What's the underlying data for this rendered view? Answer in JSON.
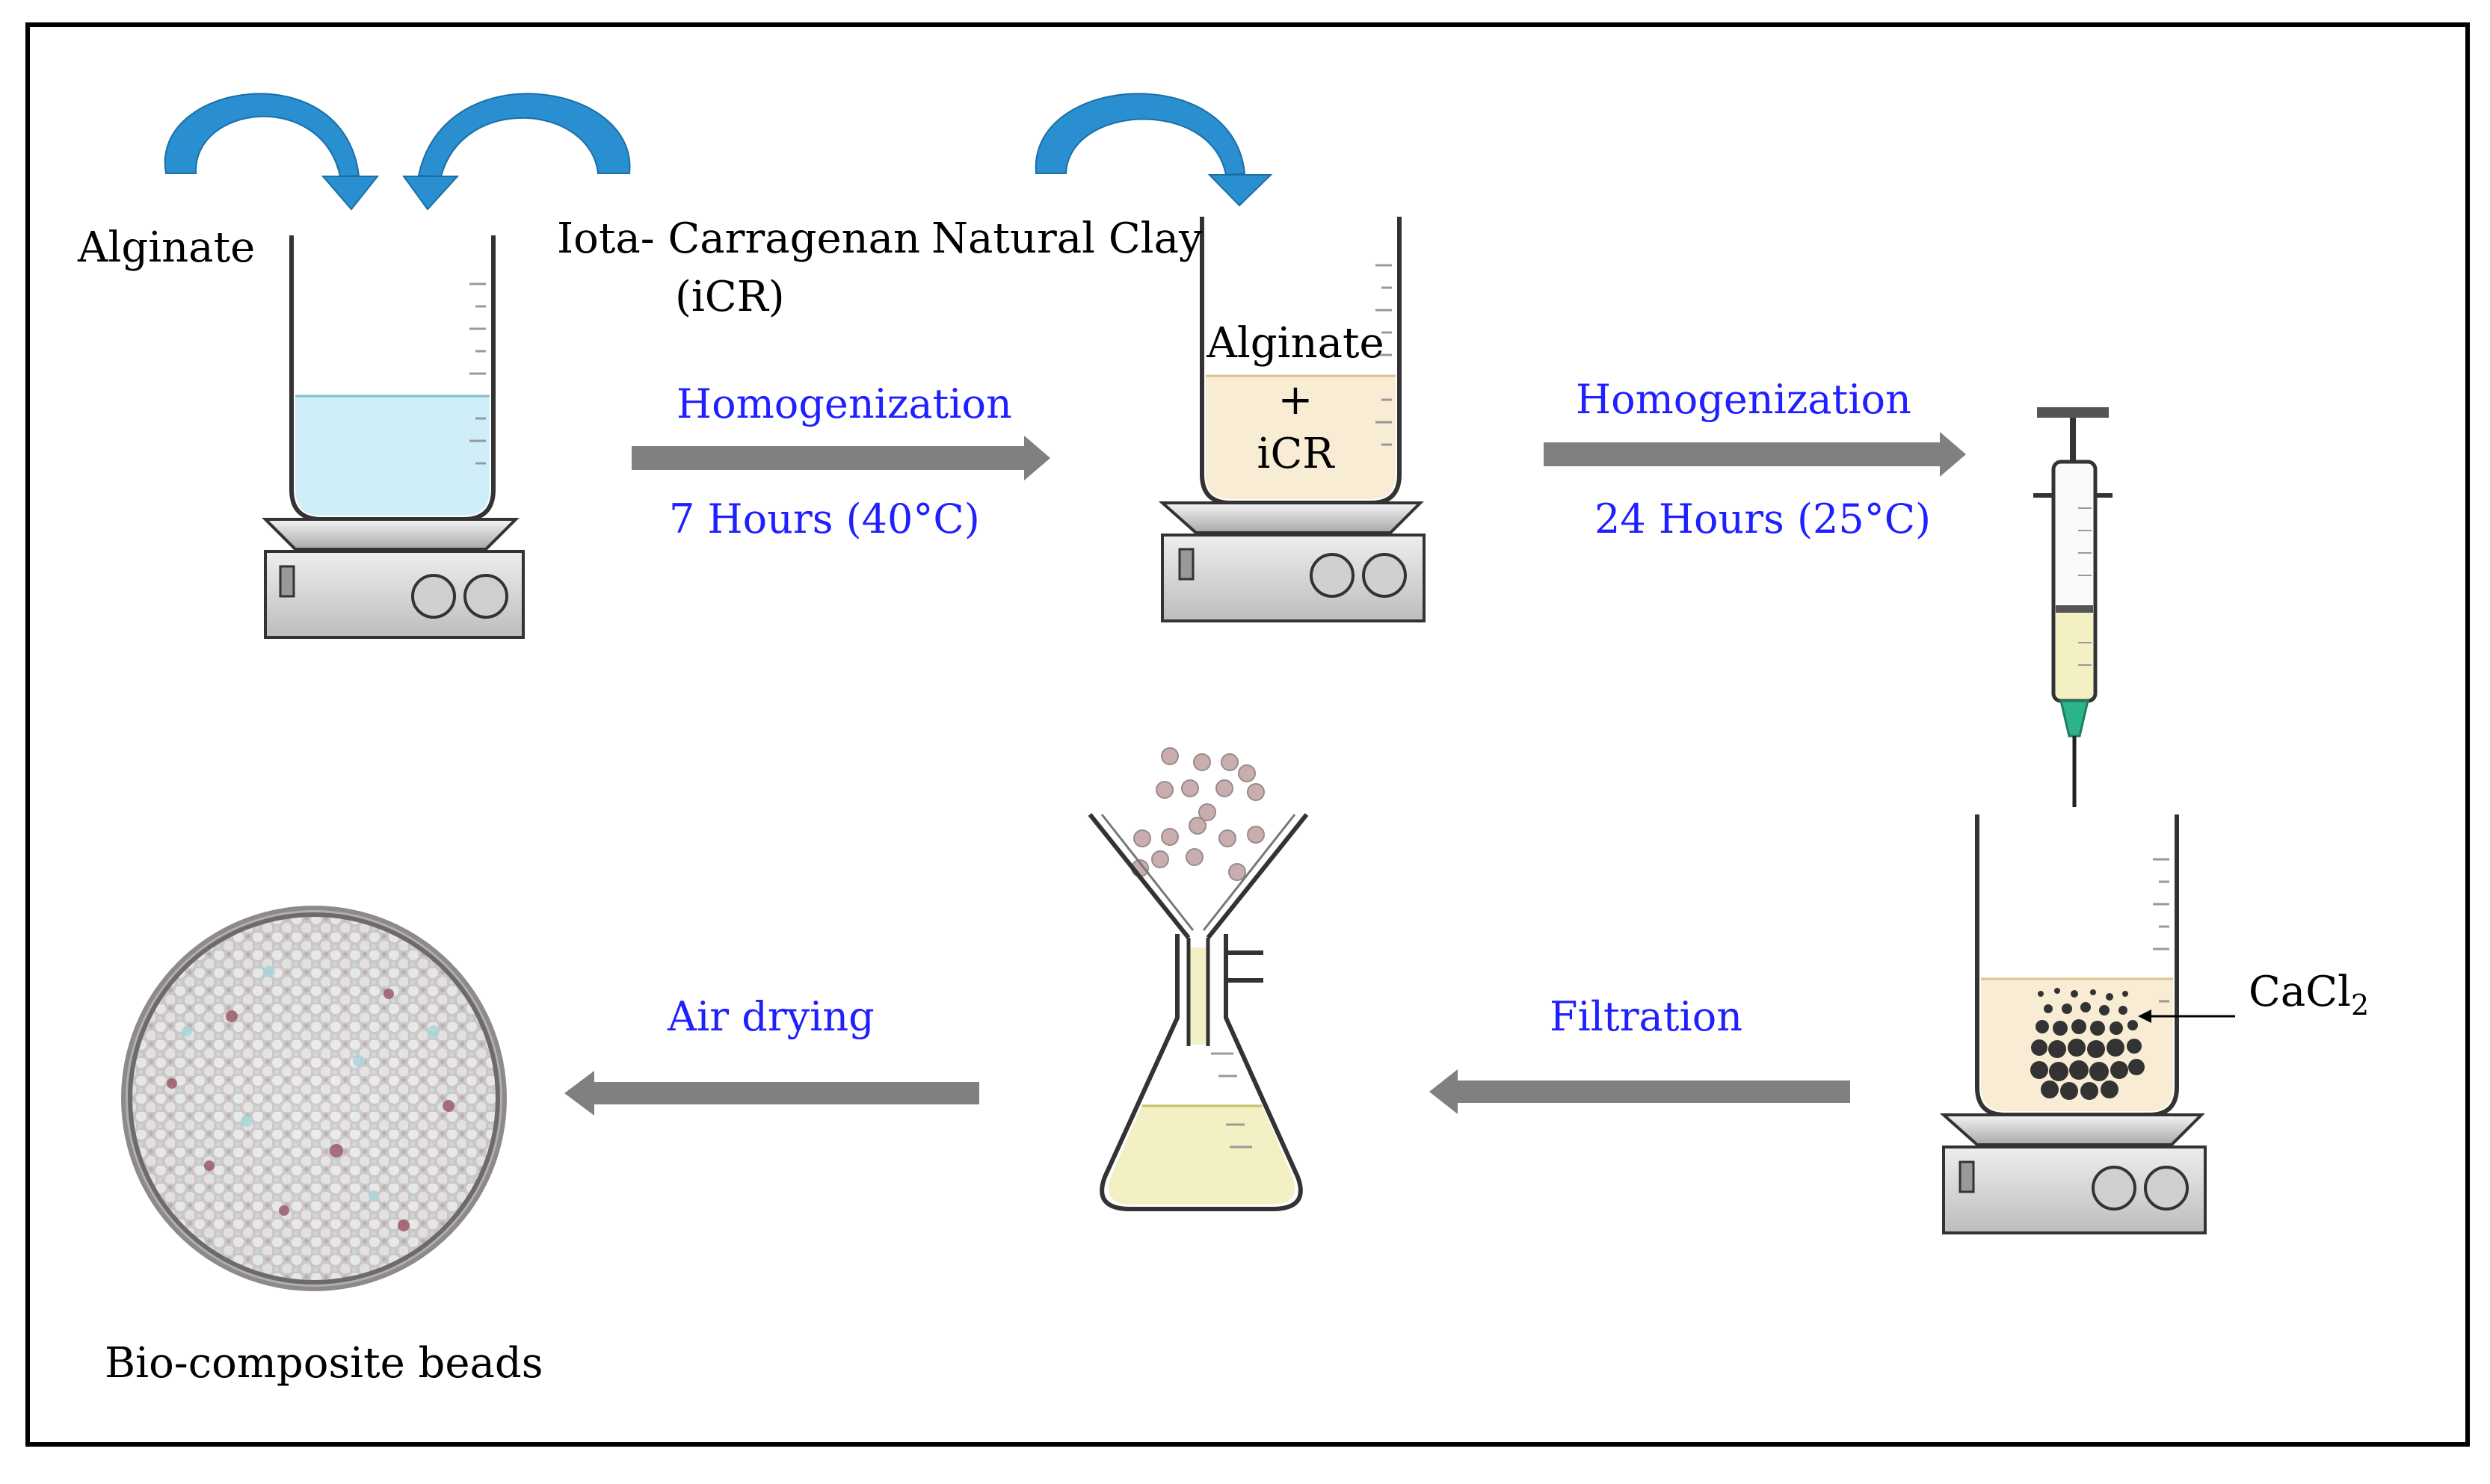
{
  "inputs": {
    "alginate": "Alginate",
    "iota_line1": "Iota- Carragenan",
    "iota_line2": "(iCR)",
    "clay": "Natural Clay"
  },
  "beaker2": {
    "line1": "Alginate",
    "line2": "+",
    "line3": "iCR"
  },
  "step1": {
    "label": "Homogenization",
    "condition": "7 Hours (40°C)"
  },
  "step2": {
    "label": "Homogenization",
    "condition": "24 Hours (25°C)"
  },
  "cacl2": {
    "base": "CaCl",
    "sub": "2"
  },
  "step3": {
    "label": "Filtration"
  },
  "step4": {
    "label": "Air drying"
  },
  "product": {
    "label": "Bio-composite beads"
  },
  "colors": {
    "curved_arrow": "#2a8fd0",
    "process_arrow": "#808080",
    "step_text": "#1f1fff",
    "water": "#cfeef7",
    "mixture": "#f8ecd4",
    "filtrate": "#f3f0c4"
  }
}
